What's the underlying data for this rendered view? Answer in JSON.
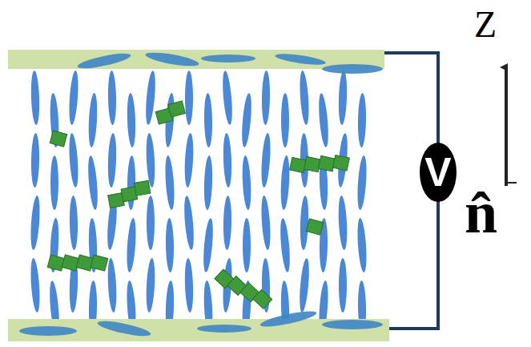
{
  "diagram": {
    "nodes": [
      {
        "text": [
          "V"
        ]
      }
    ],
    "labels": [
      "Z",
      "n̂"
    ]
  }
}
